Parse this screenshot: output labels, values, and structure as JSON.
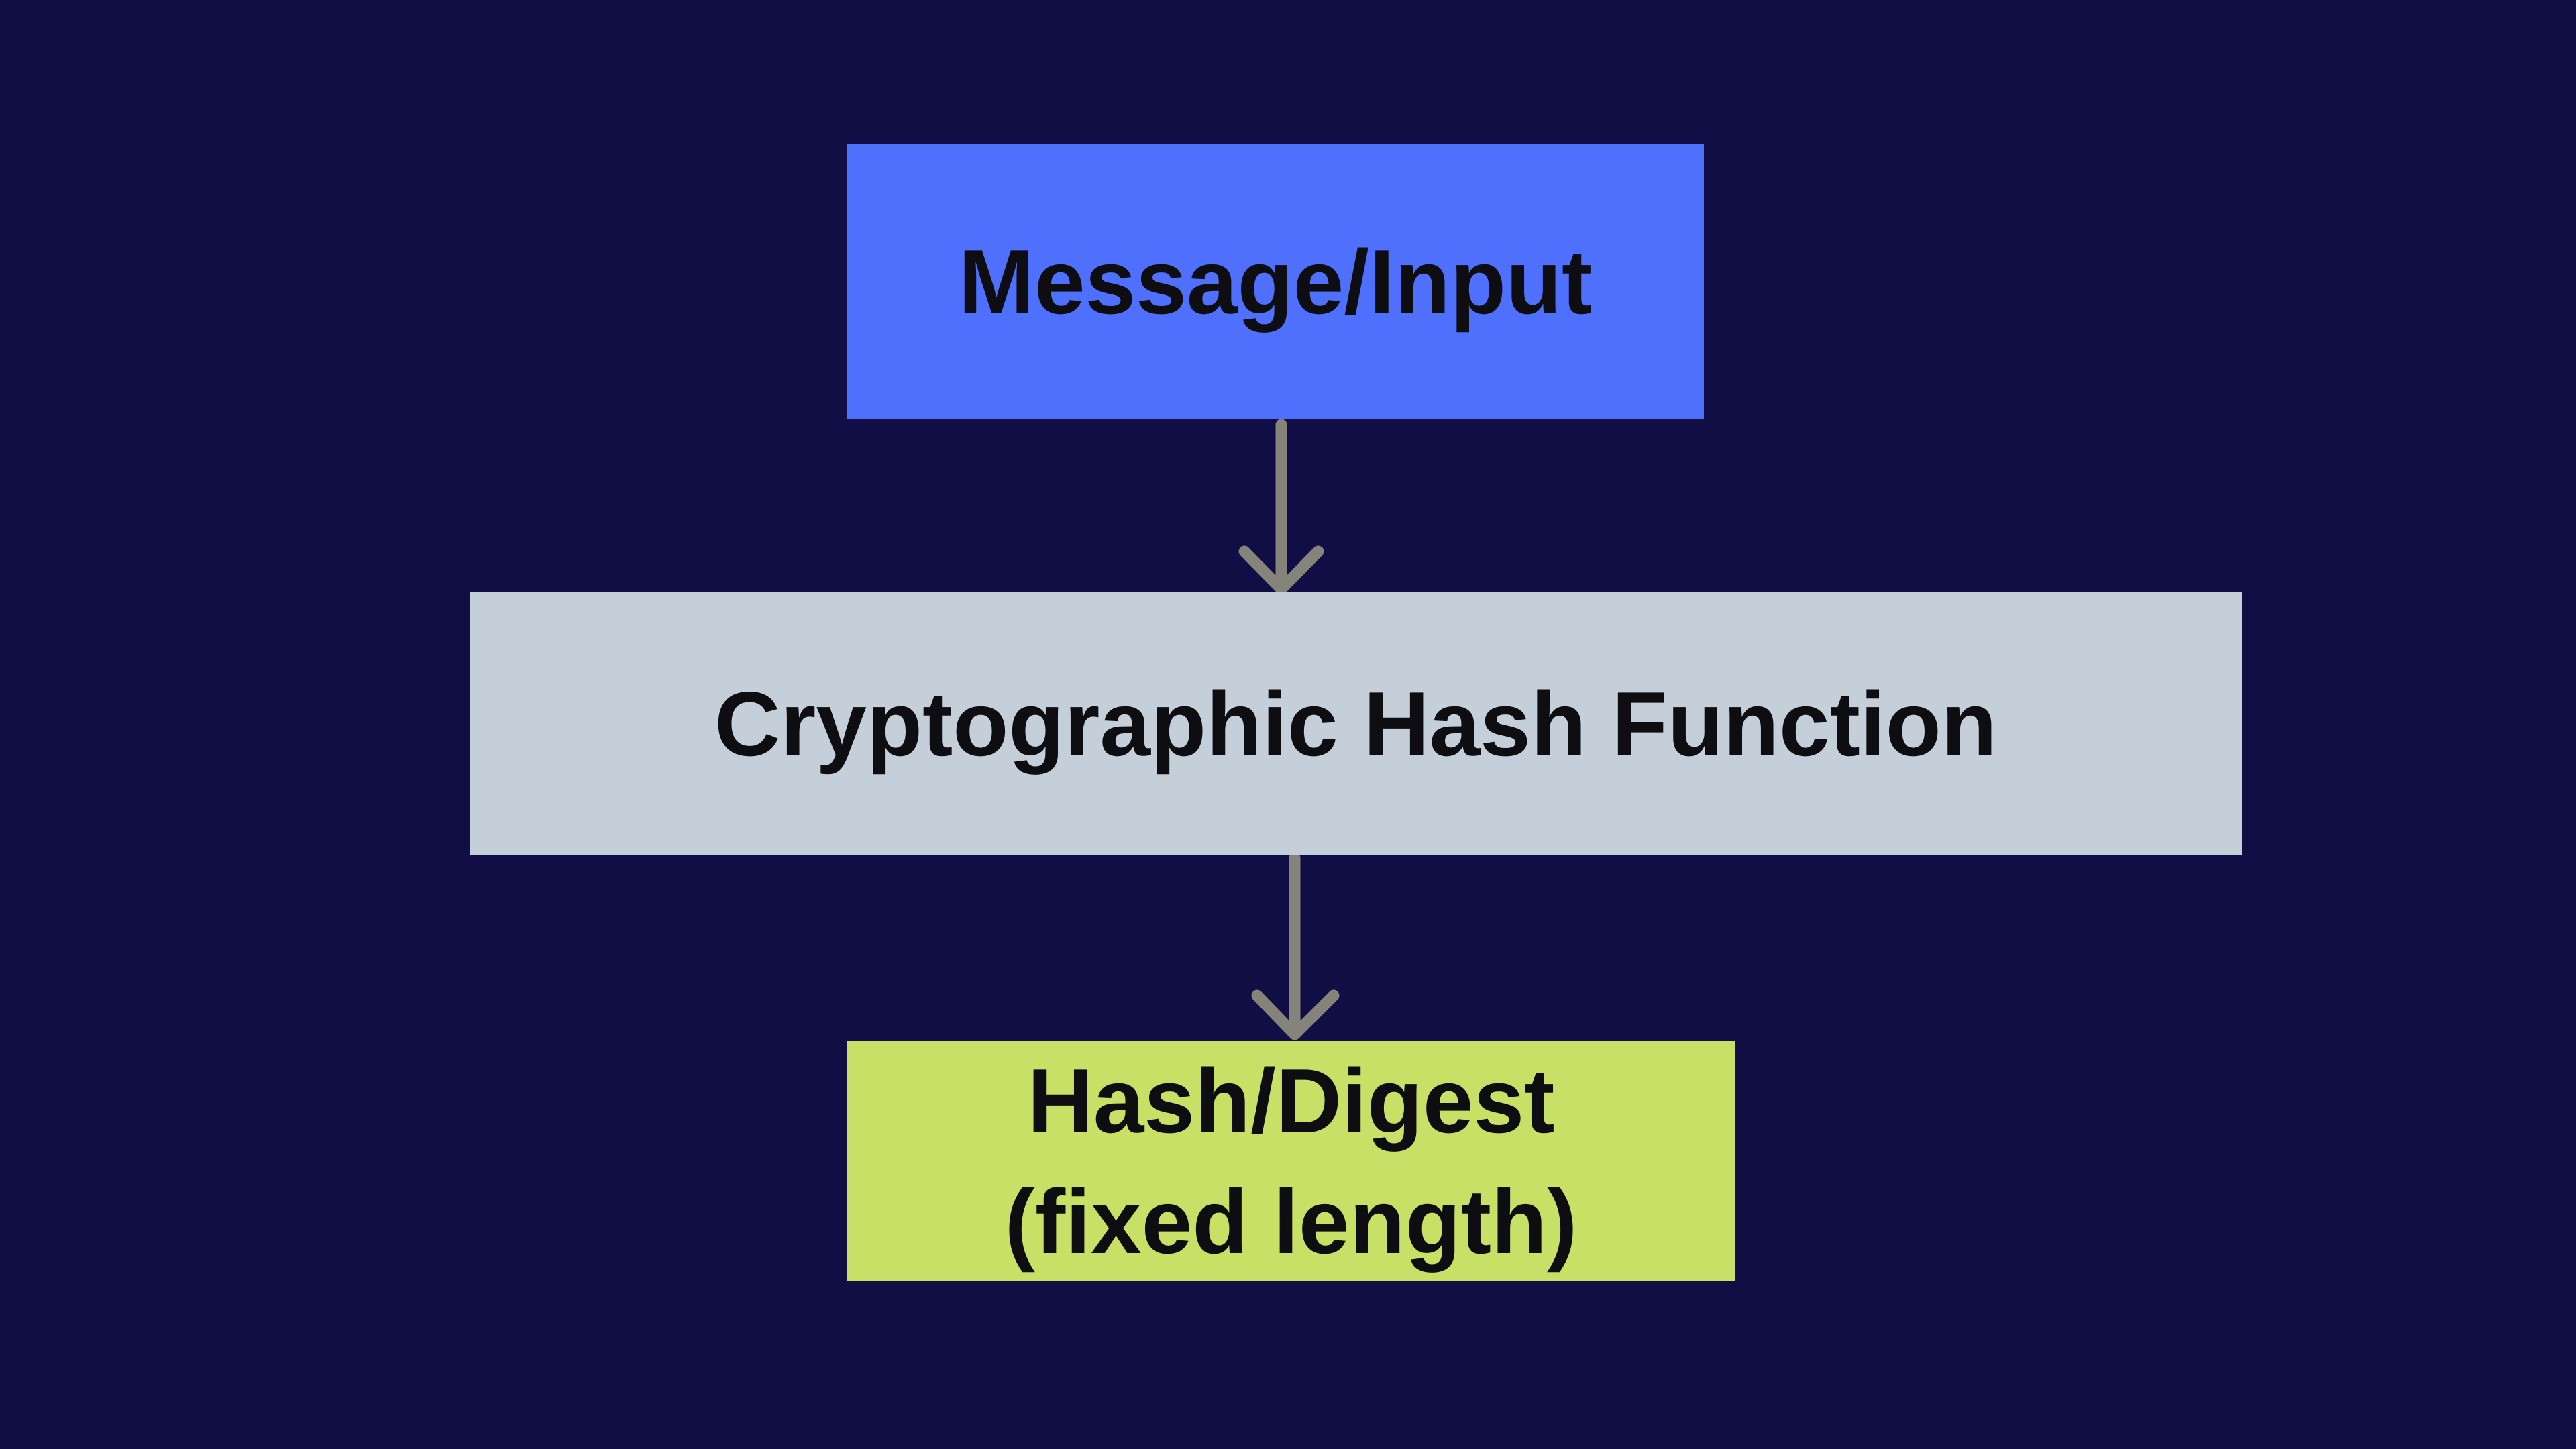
{
  "diagram": {
    "nodes": [
      {
        "id": "message-input",
        "label": "Message/Input"
      },
      {
        "id": "hash-function",
        "label": "Cryptographic Hash Function"
      },
      {
        "id": "hash-digest",
        "lines": [
          "Hash/Digest",
          "(fixed length)"
        ]
      }
    ],
    "edges": [
      {
        "from": "message-input",
        "to": "hash-function",
        "direction": "down"
      },
      {
        "from": "hash-function",
        "to": "hash-digest",
        "direction": "down"
      }
    ]
  },
  "colors": {
    "background": "#110D45",
    "message_box": "#4F70FC",
    "hash_function_box": "#C5CFD9",
    "digest_box": "#C9E066",
    "arrow": "#84847B",
    "text": "#0D0D12"
  }
}
